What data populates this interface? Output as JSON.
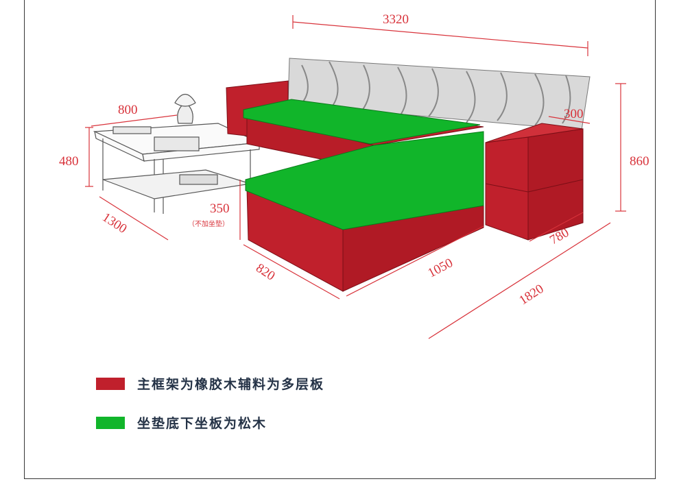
{
  "dimensions": {
    "total_length": "3320",
    "table_width": "800",
    "table_height": "480",
    "table_length": "1300",
    "seat_height": "350",
    "seat_height_note": "（不加坐垫）",
    "chaise_width": "820",
    "chaise_length": "1050",
    "side_length": "1820",
    "cabinet_depth": "780",
    "cabinet_width": "300",
    "back_height": "860"
  },
  "legend": [
    {
      "label": "主框架为橡胶木辅料为多层板",
      "color": "#c0202c"
    },
    {
      "label": "坐垫底下坐板为松木",
      "color": "#11b52a"
    }
  ],
  "colors": {
    "frame": "#c0202c",
    "cushion": "#11b52a",
    "dimension": "#d8323a"
  }
}
